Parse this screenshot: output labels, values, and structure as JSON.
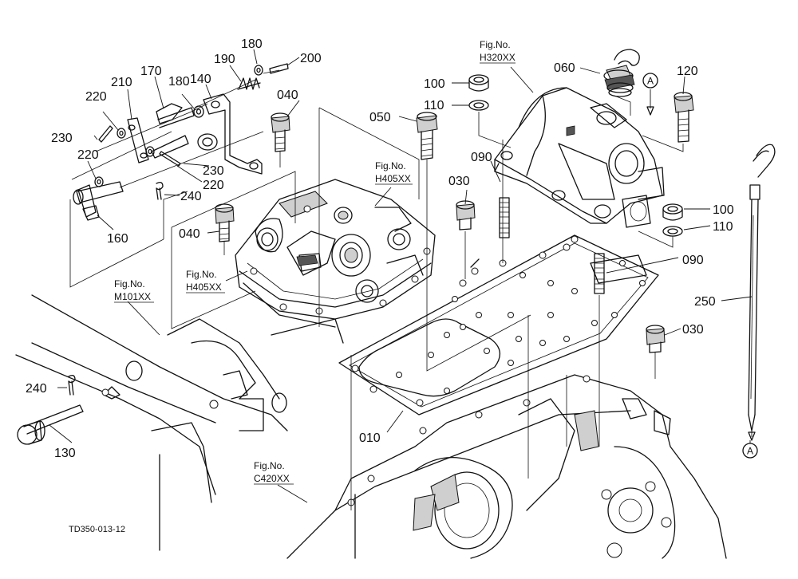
{
  "diagram": {
    "drawing_code": "TD350-013-12",
    "part_labels": [
      "010",
      "030",
      "030",
      "040",
      "040",
      "050",
      "060",
      "090",
      "090",
      "100",
      "100",
      "110",
      "110",
      "120",
      "130",
      "140",
      "160",
      "170",
      "180",
      "180",
      "190",
      "200",
      "210",
      "220",
      "220",
      "220",
      "230",
      "230",
      "240",
      "240",
      "250"
    ],
    "fig_refs": [
      {
        "line1": "Fig.No.",
        "line2": "H320XX"
      },
      {
        "line1": "Fig.No.",
        "line2": "H405XX"
      },
      {
        "line1": "Fig.No.",
        "line2": "H405XX"
      },
      {
        "line1": "Fig.No.",
        "line2": "M101XX"
      },
      {
        "line1": "Fig.No.",
        "line2": "C420XX"
      }
    ],
    "markers": [
      "A",
      "A"
    ]
  }
}
